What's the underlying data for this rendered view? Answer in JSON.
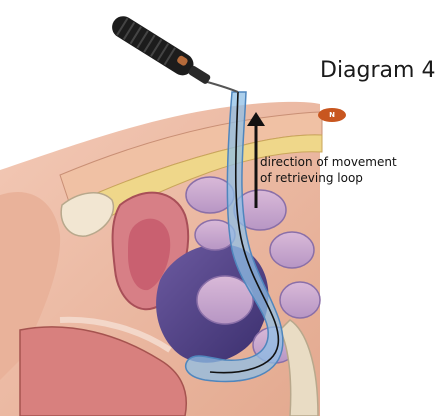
{
  "diagram": {
    "title": "Diagram 4",
    "caption_line1": "direction of movement",
    "caption_line2": "of retrieving loop",
    "badge_label": "N"
  },
  "colors": {
    "sheath_blue": "#6fa8d8",
    "arrow": "#111111",
    "handle": "#1c1c1c",
    "badge": "#c8561f",
    "tissue_pink": "#e8a7a0",
    "fat_yellow": "#efd78a",
    "bowel_purple": "#8a6fa8"
  },
  "icons": [
    "surgical-handle-icon",
    "direction-arrow-icon",
    "badge-n-icon"
  ]
}
